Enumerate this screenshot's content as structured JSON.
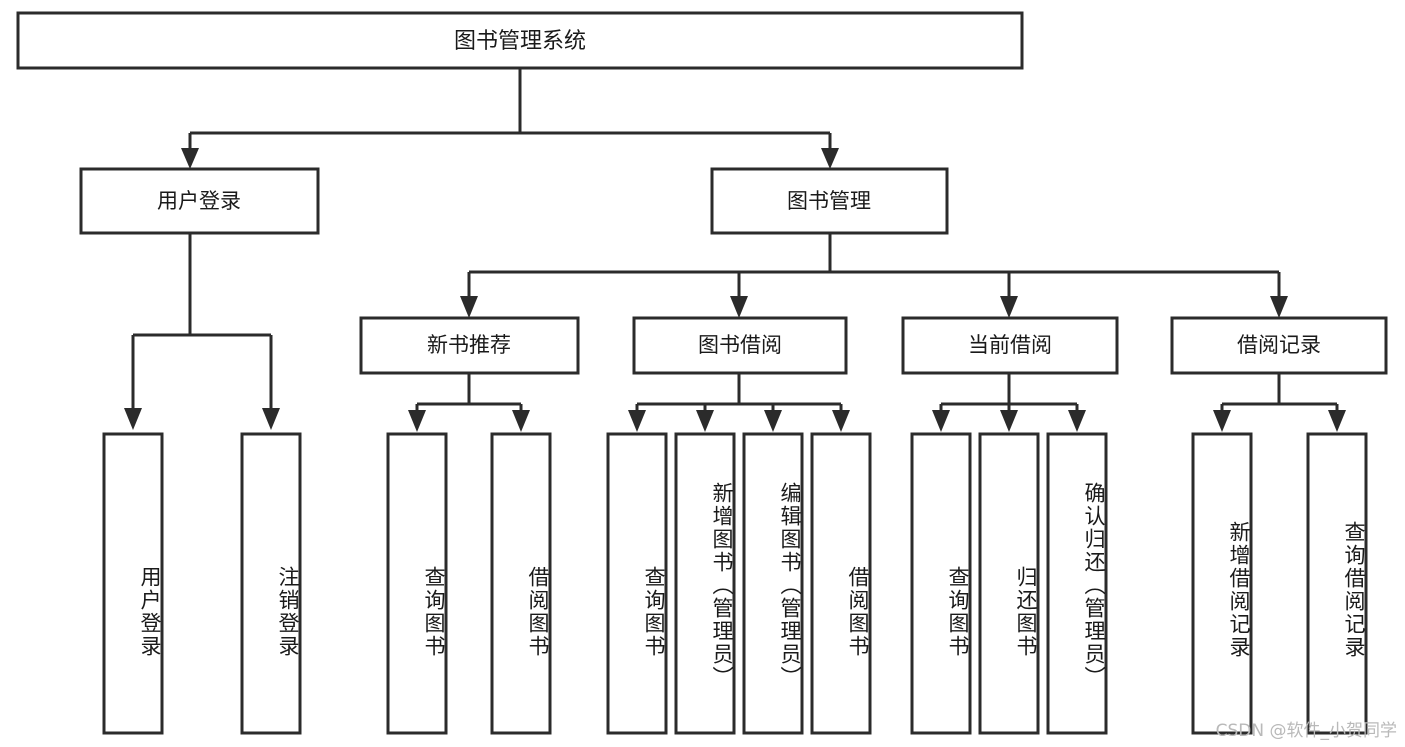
{
  "diagram": {
    "type": "tree-hierarchy",
    "title": "图书管理系统",
    "orientation": "top-down",
    "colors": {
      "box_fill": "#ffffff",
      "box_stroke": "#2b2b2b",
      "text": "#1a1a1a",
      "background": "#ffffff",
      "watermark": "#b9b9b9"
    },
    "root": {
      "label": "图书管理系统"
    },
    "level2": [
      {
        "label": "用户登录"
      },
      {
        "label": "图书管理"
      }
    ],
    "level3": [
      {
        "label": "新书推荐"
      },
      {
        "label": "图书借阅"
      },
      {
        "label": "当前借阅"
      },
      {
        "label": "借阅记录"
      }
    ],
    "leaves": {
      "user_login": [
        {
          "label": "用户登录"
        },
        {
          "label": "注销登录"
        }
      ],
      "new_book_recommend": [
        {
          "label": "查询图书"
        },
        {
          "label": "借阅图书"
        }
      ],
      "book_borrow": [
        {
          "label": "查询图书"
        },
        {
          "label": "新增图书（管理员）"
        },
        {
          "label": "编辑图书（管理员）"
        },
        {
          "label": "借阅图书"
        }
      ],
      "current_borrow": [
        {
          "label": "查询图书"
        },
        {
          "label": "归还图书"
        },
        {
          "label": "确认归还（管理员）"
        }
      ],
      "borrow_record": [
        {
          "label": "新增借阅记录"
        },
        {
          "label": "查询借阅记录"
        }
      ]
    }
  },
  "watermark": {
    "text": "CSDN @软件_小贺同学"
  }
}
